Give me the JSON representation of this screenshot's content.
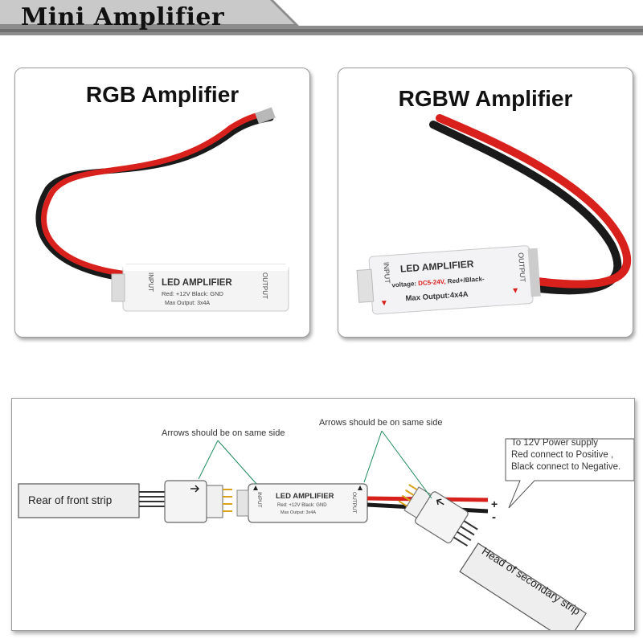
{
  "header": {
    "title": "Mini Amplifier"
  },
  "rgb_card": {
    "title": "RGB Amplifier",
    "device": {
      "name": "LED AMPLIFIER",
      "spec_line": "Red: +12V  Black: GND",
      "output_line": "Max Output: 3x4A",
      "input_label": "INPUT",
      "output_label": "OUTPUT"
    }
  },
  "rgbw_card": {
    "title": "RGBW Amplifier",
    "device": {
      "name": "LED AMPLIFIER",
      "voltage_prefix": "voltage:",
      "voltage_value": "DC5-24V,",
      "voltage_suffix": " Red+/Black-",
      "output_line": "Max Output:4x4A",
      "input_label": "INPUT",
      "output_label": "OUTPUT"
    }
  },
  "diagram": {
    "note_left": "Arrows should be on same side",
    "note_right": "Arrows should be on same side",
    "callout": [
      "To 12V Power supply",
      "Red connect to Positive ,",
      "Black connect to Negative."
    ],
    "front_strip": "Rear of front strip",
    "secondary_strip": "Head of secondary strip",
    "plus": "+",
    "minus": "-",
    "device": {
      "name": "LED AMPLIFIER",
      "spec_line": "Red: +12V  Black: GND",
      "output_line": "Max Output: 3x4A",
      "input_label": "INPUT",
      "output_label": "OUTPUT"
    }
  }
}
